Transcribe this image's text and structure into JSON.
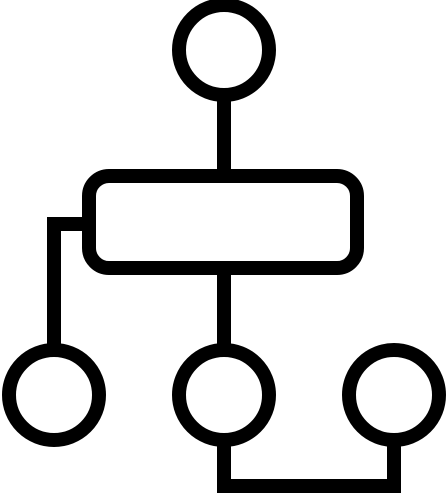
{
  "diagram": {
    "type": "hierarchy",
    "nodes": [
      {
        "id": "top",
        "shape": "circle"
      },
      {
        "id": "hub",
        "shape": "rounded-rectangle"
      },
      {
        "id": "bottom-left",
        "shape": "circle"
      },
      {
        "id": "bottom-center",
        "shape": "circle"
      },
      {
        "id": "bottom-right",
        "shape": "circle"
      }
    ],
    "edges": [
      {
        "from": "top",
        "to": "hub"
      },
      {
        "from": "hub",
        "to": "bottom-left"
      },
      {
        "from": "hub",
        "to": "bottom-center"
      },
      {
        "from": "bottom-center",
        "to": "bottom-right"
      }
    ]
  },
  "style": {
    "stroke_color": "#000000",
    "background_color": "#ffffff"
  }
}
